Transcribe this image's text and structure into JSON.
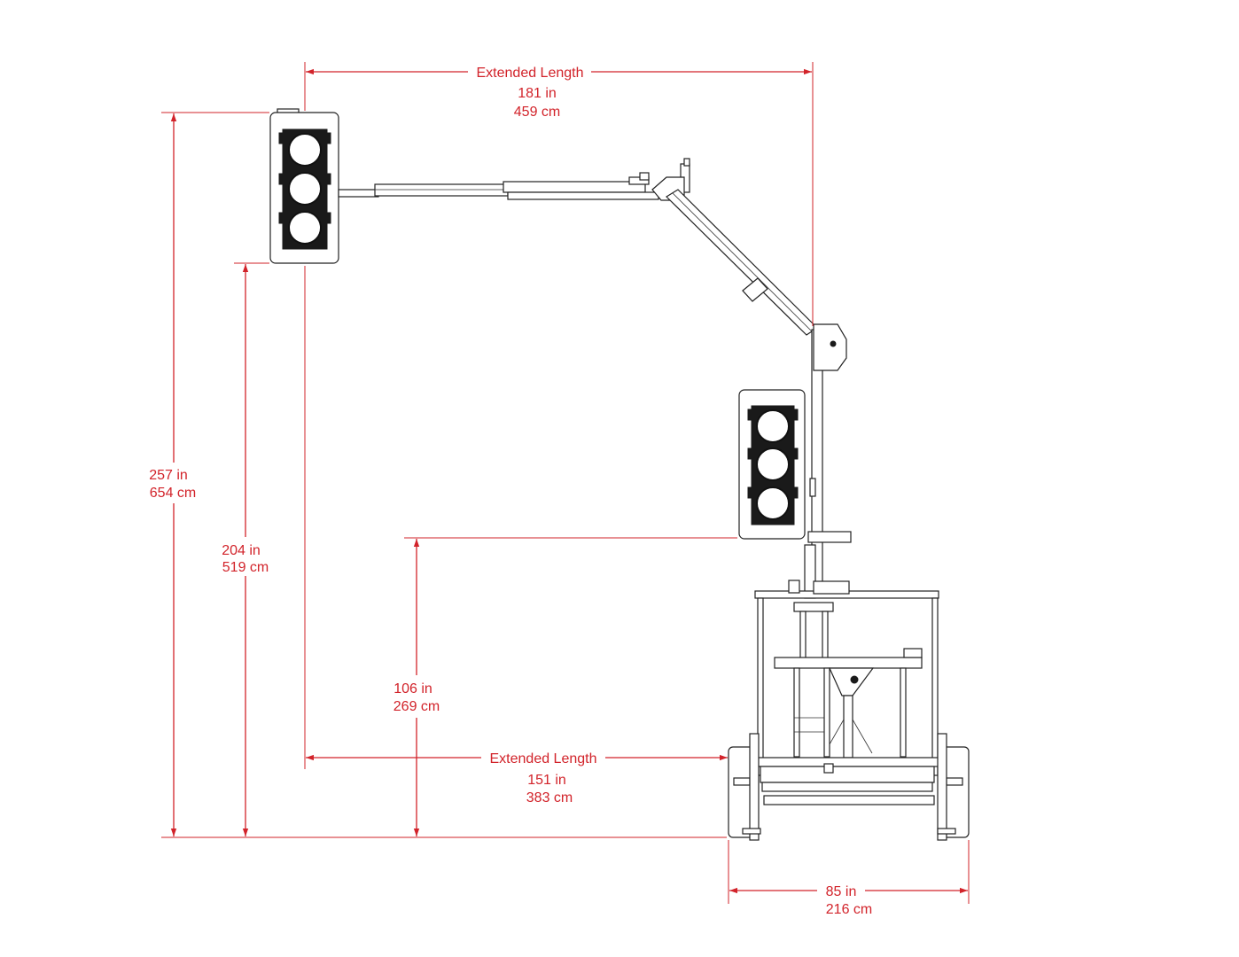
{
  "dimensions": {
    "extended_length_top": {
      "label": "Extended Length",
      "imperial": "181 in",
      "metric": "459 cm"
    },
    "extended_length_bottom": {
      "label": "Extended Length",
      "imperial": "151 in",
      "metric": "383 cm"
    },
    "overall_height": {
      "imperial": "257 in",
      "metric": "654 cm"
    },
    "upper_signal_clearance": {
      "imperial": "204 in",
      "metric": "519 cm"
    },
    "lower_signal_clearance": {
      "imperial": "106 in",
      "metric": "269 cm"
    },
    "trailer_width": {
      "imperial": "85 in",
      "metric": "216 cm"
    }
  },
  "colors": {
    "dimension": "#d2232a",
    "linework": "#222222",
    "background": "#ffffff"
  },
  "components": [
    "upper-traffic-signal-head",
    "lower-traffic-signal-head",
    "telescoping-mast-arm",
    "vertical-mast",
    "trailer-frame",
    "trailer-wheels"
  ]
}
